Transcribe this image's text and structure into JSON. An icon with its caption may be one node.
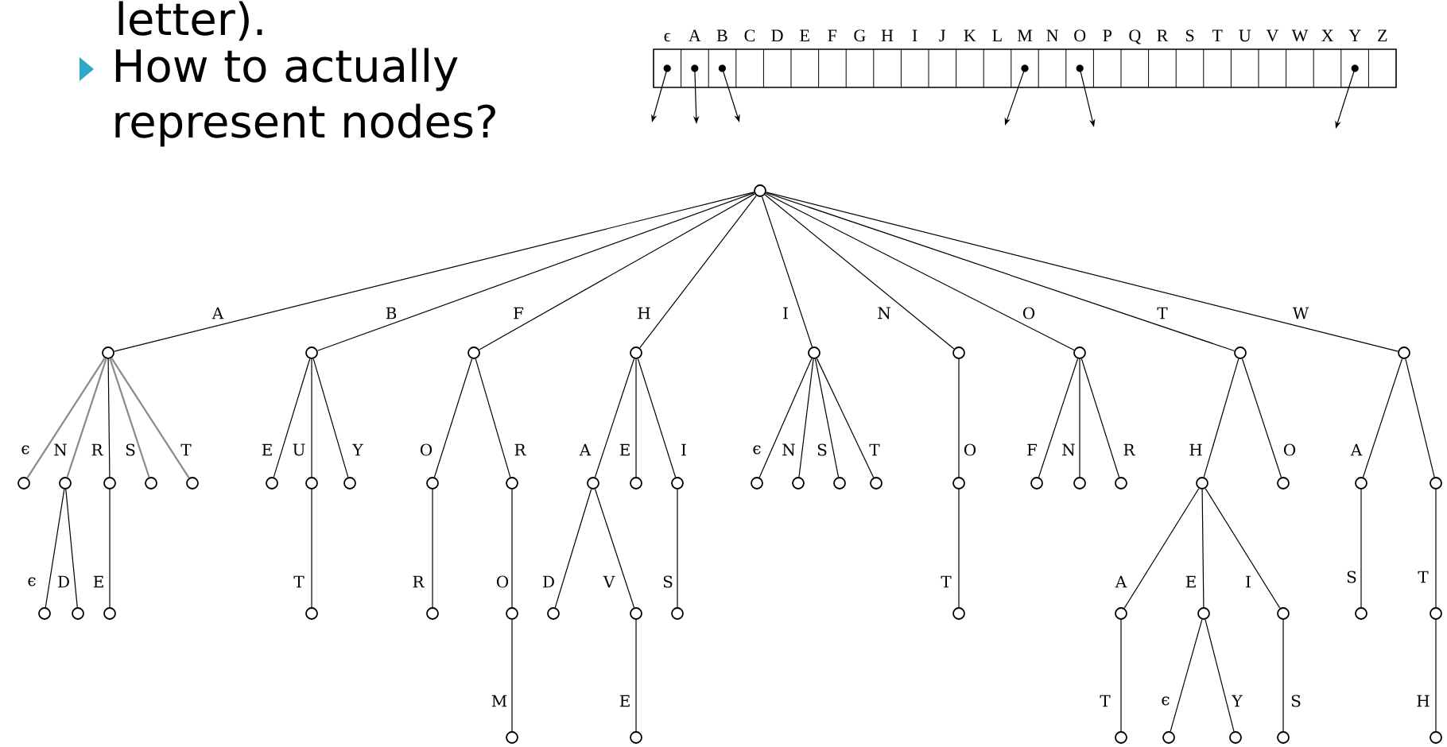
{
  "diagram": {
    "nodes": [
      {
        "text": [],
        "shape": "box",
        "beside": [
          "ϵ",
          "A",
          "B",
          "C",
          "D",
          "E",
          "F",
          "G",
          "H",
          "I",
          "J",
          "K",
          "L",
          "M",
          "N",
          "O",
          "P",
          "Q",
          "R",
          "S",
          "T",
          "U",
          "V",
          "W",
          "X",
          "Y",
          "Z"
        ]
      },
      {
        "text": [],
        "shape": "circle"
      },
      {
        "text": [],
        "shape": "circle"
      },
      {
        "text": [],
        "shape": "circle"
      },
      {
        "text": [],
        "shape": "circle"
      },
      {
        "text": [],
        "shape": "circle"
      },
      {
        "text": [],
        "shape": "circle"
      },
      {
        "text": [],
        "shape": "circle"
      },
      {
        "text": [],
        "shape": "circle"
      },
      {
        "text": [],
        "shape": "circle"
      },
      {
        "text": [],
        "shape": "circle"
      },
      {
        "text": [],
        "shape": "circle"
      },
      {
        "text": [],
        "shape": "circle"
      },
      {
        "text": [],
        "shape": "circle"
      },
      {
        "text": [],
        "shape": "circle"
      },
      {
        "text": [],
        "shape": "circle"
      },
      {
        "text": [],
        "shape": "circle"
      },
      {
        "text": [],
        "shape": "circle"
      },
      {
        "text": [],
        "shape": "circle"
      },
      {
        "text": [],
        "shape": "circle"
      },
      {
        "text": [],
        "shape": "circle"
      },
      {
        "text": [],
        "shape": "circle"
      },
      {
        "text": [],
        "shape": "circle"
      },
      {
        "text": [],
        "shape": "circle"
      },
      {
        "text": [],
        "shape": "circle"
      },
      {
        "text": [],
        "shape": "circle"
      },
      {
        "text": [],
        "shape": "circle"
      },
      {
        "text": [],
        "shape": "circle"
      },
      {
        "text": [],
        "shape": "circle"
      },
      {
        "text": [],
        "shape": "circle"
      },
      {
        "text": [],
        "shape": "circle"
      },
      {
        "text": [],
        "shape": "circle"
      },
      {
        "text": [],
        "shape": "circle"
      },
      {
        "text": [],
        "shape": "circle"
      },
      {
        "text": [],
        "shape": "circle"
      },
      {
        "text": [],
        "shape": "circle"
      },
      {
        "text": [],
        "shape": "circle"
      },
      {
        "text": [],
        "shape": "circle"
      },
      {
        "text": [],
        "shape": "circle"
      },
      {
        "text": [],
        "shape": "circle"
      },
      {
        "text": [],
        "shape": "circle"
      },
      {
        "text": [],
        "shape": "circle"
      },
      {
        "text": [],
        "shape": "circle"
      },
      {
        "text": [],
        "shape": "circle"
      },
      {
        "text": [],
        "shape": "circle"
      },
      {
        "text": [],
        "shape": "circle"
      },
      {
        "text": [],
        "shape": "circle"
      },
      {
        "text": [],
        "shape": "circle"
      },
      {
        "text": [],
        "shape": "circle"
      },
      {
        "text": [],
        "shape": "circle"
      },
      {
        "text": [],
        "shape": "circle"
      },
      {
        "text": [],
        "shape": "circle"
      },
      {
        "text": [],
        "shape": "circle"
      },
      {
        "text": [],
        "shape": "circle"
      },
      {
        "text": [],
        "shape": "circle"
      },
      {
        "text": [],
        "shape": "circle"
      },
      {
        "text": [],
        "shape": "circle"
      },
      {
        "text": [],
        "shape": "circle"
      }
    ],
    "edges": [
      {
        "from": 0,
        "to": null,
        "arrow": "to"
      },
      {
        "from": 0,
        "to": null,
        "arrow": "to"
      },
      {
        "from": 0,
        "to": null,
        "arrow": "to"
      },
      {
        "from": 0,
        "to": null,
        "arrow": "to"
      },
      {
        "from": 0,
        "to": null,
        "arrow": "to"
      },
      {
        "from": 0,
        "to": null,
        "arrow": "to"
      },
      {
        "from": 1,
        "to": 2,
        "label": "A",
        "arrow": "none"
      },
      {
        "from": 1,
        "to": 3,
        "label": "B",
        "arrow": "none"
      },
      {
        "from": 1,
        "to": 4,
        "label": "F",
        "arrow": "none"
      },
      {
        "from": 1,
        "to": 5,
        "label": "H",
        "arrow": "none"
      },
      {
        "from": 1,
        "to": 6,
        "label": "I",
        "arrow": "none"
      },
      {
        "from": 1,
        "to": 7,
        "label": "N",
        "arrow": "none"
      },
      {
        "from": 1,
        "to": 8,
        "label": "O",
        "arrow": "none"
      },
      {
        "from": 1,
        "to": 9,
        "label": "T",
        "arrow": "none"
      },
      {
        "from": 1,
        "to": 10,
        "label": "W",
        "arrow": "none"
      },
      {
        "from": 2,
        "to": 11,
        "label": "ϵ",
        "arrow": "none",
        "color": "#8a8a8a"
      },
      {
        "from": 2,
        "to": 12,
        "label": "N",
        "arrow": "none",
        "color": "#8a8a8a"
      },
      {
        "from": 2,
        "to": 13,
        "label": "R",
        "arrow": "none"
      },
      {
        "from": 2,
        "to": 14,
        "label": "S",
        "arrow": "none",
        "color": "#8a8a8a"
      },
      {
        "from": 2,
        "to": 15,
        "label": "T",
        "arrow": "none",
        "color": "#8a8a8a"
      },
      {
        "from": 12,
        "to": 16,
        "label": "ϵ",
        "arrow": "none"
      },
      {
        "from": 12,
        "to": 17,
        "label": "D",
        "arrow": "none"
      },
      {
        "from": 13,
        "to": 18,
        "label": "E",
        "arrow": "none"
      },
      {
        "from": 3,
        "to": 19,
        "label": "E",
        "arrow": "none"
      },
      {
        "from": 3,
        "to": 20,
        "label": "U",
        "arrow": "none"
      },
      {
        "from": 3,
        "to": 21,
        "label": "Y",
        "arrow": "none"
      },
      {
        "from": 20,
        "to": 22,
        "label": "T",
        "arrow": "none"
      },
      {
        "from": 4,
        "to": 23,
        "label": "O",
        "arrow": "none"
      },
      {
        "from": 4,
        "to": 24,
        "label": "R",
        "arrow": "none"
      },
      {
        "from": 23,
        "to": 25,
        "label": "R",
        "arrow": "none"
      },
      {
        "from": 24,
        "to": 26,
        "label": "O",
        "arrow": "none"
      },
      {
        "from": 26,
        "to": 27,
        "label": "M",
        "arrow": "none"
      },
      {
        "from": 5,
        "to": 28,
        "label": "A",
        "arrow": "none"
      },
      {
        "from": 5,
        "to": 29,
        "label": "E",
        "arrow": "none"
      },
      {
        "from": 5,
        "to": 30,
        "label": "I",
        "arrow": "none"
      },
      {
        "from": 28,
        "to": 31,
        "label": "D",
        "arrow": "none"
      },
      {
        "from": 28,
        "to": 32,
        "label": "V",
        "arrow": "none"
      },
      {
        "from": 32,
        "to": 33,
        "label": "E",
        "arrow": "none"
      },
      {
        "from": 30,
        "to": 34,
        "label": "S",
        "arrow": "none"
      },
      {
        "from": 6,
        "to": 35,
        "label": "ϵ",
        "arrow": "none"
      },
      {
        "from": 6,
        "to": 36,
        "label": "N",
        "arrow": "none"
      },
      {
        "from": 6,
        "to": 37,
        "label": "S",
        "arrow": "none"
      },
      {
        "from": 6,
        "to": 38,
        "label": "T",
        "arrow": "none"
      },
      {
        "from": 7,
        "to": 39,
        "label": "O",
        "arrow": "none"
      },
      {
        "from": 39,
        "to": 40,
        "label": "T",
        "arrow": "none"
      },
      {
        "from": 8,
        "to": 41,
        "label": "F",
        "arrow": "none"
      },
      {
        "from": 8,
        "to": 42,
        "label": "N",
        "arrow": "none"
      },
      {
        "from": 8,
        "to": 43,
        "label": "R",
        "arrow": "none"
      },
      {
        "from": 9,
        "to": 44,
        "label": "H",
        "arrow": "none"
      },
      {
        "from": 9,
        "to": 45,
        "label": "O",
        "arrow": "none"
      },
      {
        "from": 44,
        "to": 46,
        "label": "A",
        "arrow": "none"
      },
      {
        "from": 44,
        "to": 47,
        "label": "E",
        "arrow": "none"
      },
      {
        "from": 44,
        "to": 48,
        "label": "I",
        "arrow": "none"
      },
      {
        "from": 46,
        "to": 49,
        "label": "T",
        "arrow": "none"
      },
      {
        "from": 47,
        "to": 50,
        "label": "ϵ",
        "arrow": "none"
      },
      {
        "from": 47,
        "to": 51,
        "label": "Y",
        "arrow": "none"
      },
      {
        "from": 48,
        "to": 52,
        "label": "S",
        "arrow": "none"
      },
      {
        "from": 10,
        "to": 53,
        "label": "A",
        "arrow": "none"
      },
      {
        "from": 10,
        "to": 54,
        "arrow": "none"
      },
      {
        "from": 53,
        "to": 55,
        "label": "S",
        "arrow": "none"
      },
      {
        "from": 54,
        "to": 56,
        "label": "T",
        "arrow": "none"
      },
      {
        "from": 56,
        "to": 57,
        "label": "H",
        "arrow": "none"
      }
    ],
    "labels": [
      "letter).",
      "How to actually represent nodes?"
    ]
  }
}
